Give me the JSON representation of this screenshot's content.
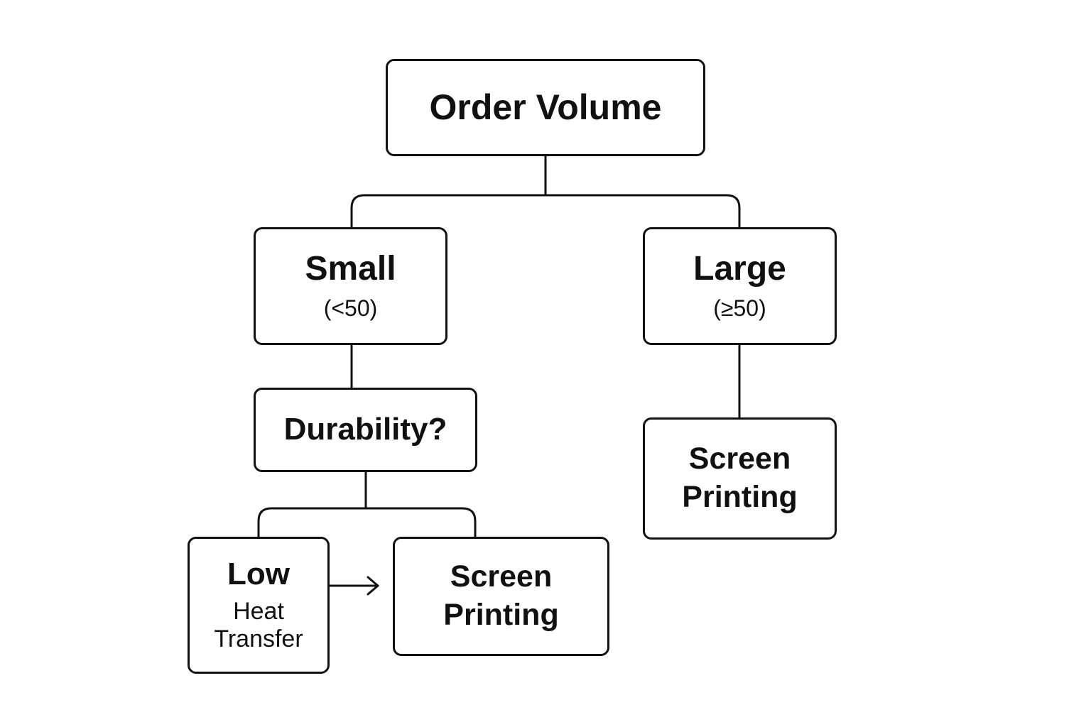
{
  "nodes": {
    "root": {
      "label": "Order Volume"
    },
    "small": {
      "label": "Small",
      "condition": "(<50)"
    },
    "large": {
      "label": "Large",
      "condition": "(≥50)"
    },
    "durability": {
      "label": "Durability?"
    },
    "large_result": {
      "line1": "Screen",
      "line2": "Printing"
    },
    "low": {
      "label": "Low",
      "line1": "Heat",
      "line2": "Transfer"
    },
    "small_result": {
      "line1": "Screen",
      "line2": "Printing"
    }
  },
  "colors": {
    "stroke": "#111111",
    "background": "#ffffff"
  }
}
